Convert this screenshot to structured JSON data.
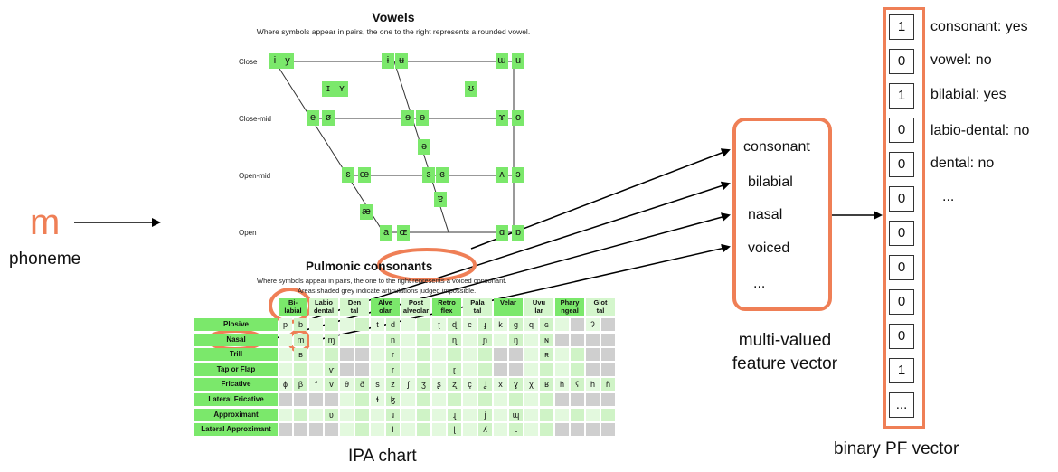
{
  "phoneme": {
    "symbol": "m",
    "label": "phoneme"
  },
  "vowel_chart": {
    "title": "Vowels",
    "subtitle": "Where symbols appear in pairs, the one to the right represents a rounded vowel.",
    "row_labels": [
      "Close",
      "Close-mid",
      "Open-mid",
      "Open"
    ],
    "symbols": [
      "i",
      "y",
      "ɨ",
      "ʉ",
      "ɯ",
      "u",
      "ɪ",
      "ʏ",
      "ʊ",
      "e",
      "ø",
      "ɘ",
      "ɵ",
      "ɤ",
      "o",
      "ə",
      "ɛ",
      "œ",
      "ɜ",
      "ɞ",
      "ʌ",
      "ɔ",
      "ɐ",
      "æ",
      "a",
      "ɶ",
      "ɑ",
      "ɒ"
    ]
  },
  "consonant_chart": {
    "title": "Pulmonic consonants",
    "subtitle_1": "Where symbols appear in pairs, the one to the right represents a voiced consonant.",
    "subtitle_2": "Areas shaded grey indicate articulations judged impossible.",
    "columns": [
      "Bi-\nlabial",
      "Labio\ndental",
      "Den\ntal",
      "Alve\nolar",
      "Post\nalveolar",
      "Retro\nflex",
      "Pala\ntal",
      "Velar",
      "Uvu\nlar",
      "Phary\nngeal",
      "Glot\ntal"
    ],
    "rows": [
      {
        "label": "Plosive",
        "cells": [
          "p",
          "b",
          "",
          "",
          "",
          "",
          "t",
          "d",
          "",
          "",
          "ʈ",
          "ɖ",
          "c",
          "ɟ",
          "k",
          "ɡ",
          "q",
          "ɢ",
          "",
          "",
          "ʔ",
          ""
        ]
      },
      {
        "label": "Nasal",
        "cells": [
          "",
          "m",
          "",
          "ɱ",
          "",
          "",
          "",
          "n",
          "",
          "",
          "",
          "ɳ",
          "",
          "ɲ",
          "",
          "ŋ",
          "",
          "ɴ",
          "",
          "",
          "",
          ""
        ]
      },
      {
        "label": "Trill",
        "cells": [
          "",
          "ʙ",
          "",
          "",
          "",
          "",
          "",
          "r",
          "",
          "",
          "",
          "",
          "",
          "",
          "",
          "",
          "",
          "ʀ",
          "",
          "",
          "",
          ""
        ]
      },
      {
        "label": "Tap or Flap",
        "cells": [
          "",
          "",
          "",
          "ⱱ",
          "",
          "",
          "",
          "ɾ",
          "",
          "",
          "",
          "ɽ",
          "",
          "",
          "",
          "",
          "",
          "",
          "",
          "",
          "",
          ""
        ]
      },
      {
        "label": "Fricative",
        "cells": [
          "ɸ",
          "β",
          "f",
          "v",
          "θ",
          "ð",
          "s",
          "z",
          "ʃ",
          "ʒ",
          "ʂ",
          "ʐ",
          "ç",
          "ʝ",
          "x",
          "ɣ",
          "χ",
          "ʁ",
          "ħ",
          "ʕ",
          "h",
          "ɦ"
        ]
      },
      {
        "label": "Lateral Fricative",
        "cells": [
          "",
          "",
          "",
          "",
          "",
          "",
          "ɬ",
          "ɮ",
          "",
          "",
          "",
          "",
          "",
          "",
          "",
          "",
          "",
          "",
          "",
          "",
          "",
          ""
        ]
      },
      {
        "label": "Approximant",
        "cells": [
          "",
          "",
          "",
          "ʋ",
          "",
          "",
          "",
          "ɹ",
          "",
          "",
          "",
          "ɻ",
          "",
          "j",
          "",
          "ɰ",
          "",
          "",
          "",
          "",
          "",
          ""
        ]
      },
      {
        "label": "Lateral Approximant",
        "cells": [
          "",
          "",
          "",
          "",
          "",
          "",
          "",
          "l",
          "",
          "",
          "",
          "ɭ",
          "",
          "ʎ",
          "",
          "ʟ",
          "",
          "",
          "",
          "",
          "",
          ""
        ]
      }
    ],
    "caption": "IPA chart"
  },
  "multi_valued": {
    "features": [
      "consonant",
      "bilabial",
      "nasal",
      "voiced",
      "..."
    ],
    "caption_line1": "multi-valued",
    "caption_line2": "feature vector"
  },
  "binary_vector": {
    "values": [
      "1",
      "0",
      "1",
      "0",
      "0",
      "0",
      "0",
      "0",
      "0",
      "0",
      "1",
      "..."
    ],
    "labels": [
      "consonant: yes",
      "vowel: no",
      "bilabial: yes",
      "labio-dental: no",
      "dental: no",
      "..."
    ],
    "caption": "binary PF vector"
  },
  "colors": {
    "accent": "#ef7f56",
    "chart_green": "#7be86b",
    "light_green": "#d4f6cc",
    "grey": "#cfcfcf"
  }
}
